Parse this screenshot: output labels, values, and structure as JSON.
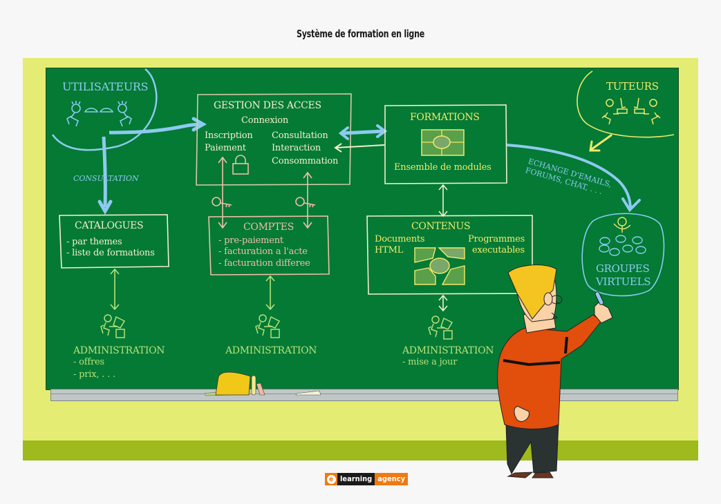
{
  "title": "Système de formation en ligne",
  "colors": {
    "wall": "#e5ec74",
    "floor": "#9eba1c",
    "board": "#047a35",
    "users_blue": "#8ecaf0",
    "chalk_cream": "#f4f0cc",
    "accounts_pink": "#f0c0a8",
    "formations_yellow": "#f2ea6a",
    "admin_green": "#b8e07a",
    "shirt_orange": "#e24e0c"
  },
  "users": {
    "label": "UTILISATEURS",
    "icon": "users-at-desks-icon"
  },
  "consultation_label": "CONSULTATION",
  "access": {
    "title": "GESTION DES ACCES",
    "connexion": "Connexion",
    "left_items": [
      "Inscription",
      "Paiement"
    ],
    "right_items": [
      "Consultation",
      "Interaction",
      "Consommation"
    ],
    "icon": "padlock-icon"
  },
  "formations": {
    "title": "FORMATIONS",
    "subtitle": "Ensemble de modules",
    "icon": "modules-puzzle-icon"
  },
  "tutors": {
    "label": "TUTEURS",
    "icon": "tutors-at-computers-icon"
  },
  "exchange_label": [
    "ECHANGE D'EMAILS,",
    "FORUMS, CHAT, . . ."
  ],
  "catalogues": {
    "title": "CATALOGUES",
    "items": [
      "- par themes",
      "- liste de formations"
    ]
  },
  "comptes": {
    "title": "COMPTES",
    "items": [
      "- pre-paiement",
      "- facturation a l'acte",
      "- facturation differee"
    ],
    "icon": "key-icon"
  },
  "contenus": {
    "title": "CONTENUS",
    "left": [
      "Documents",
      "HTML"
    ],
    "right": [
      "Programmes",
      "executables"
    ],
    "icon": "content-puzzle-icon"
  },
  "groups": {
    "label": [
      "GROUPES",
      "VIRTUELS"
    ],
    "icon": "group-circles-icon"
  },
  "admins": [
    {
      "label": "ADMINISTRATION",
      "items": [
        "- offres",
        "- prix, . . ."
      ]
    },
    {
      "label": "ADMINISTRATION",
      "items": []
    },
    {
      "label": "ADMINISTRATION",
      "items": [
        "- mise a jour"
      ]
    }
  ],
  "logo": {
    "e": "e",
    "learning": "learning",
    "agency": "agency"
  }
}
